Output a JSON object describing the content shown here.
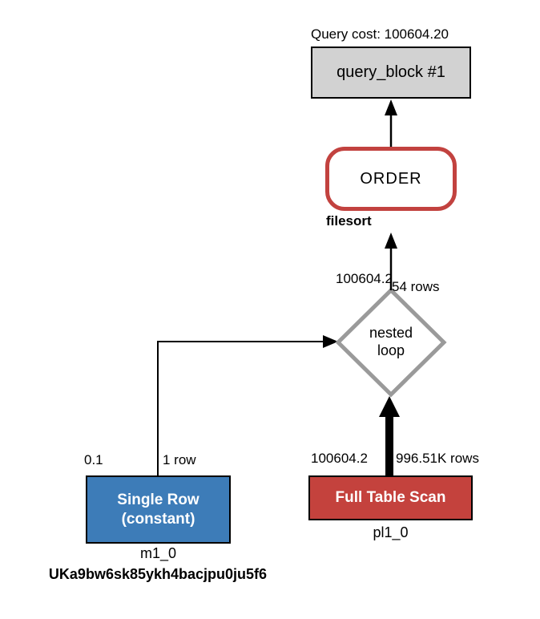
{
  "diagram": {
    "query_cost": "Query cost: 100604.20",
    "nodes": {
      "query_block": {
        "label": "query_block #1"
      },
      "order": {
        "label": "ORDER",
        "note": "filesort"
      },
      "nested_loop": {
        "label_line1": "nested",
        "label_line2": "loop"
      },
      "single_row": {
        "label_line1": "Single Row",
        "label_line2": "(constant)",
        "table": "m1_0",
        "key": "UKa9bw6sk85ykh4bacjpu0ju5f6"
      },
      "full_table_scan": {
        "label": "Full Table Scan",
        "table": "pl1_0"
      }
    },
    "edges": {
      "nested_loop_to_order": {
        "cost": "100604.2",
        "rows": "54 rows"
      },
      "single_row_to_nested_loop": {
        "cost": "0.1",
        "rows": "1 row"
      },
      "full_scan_to_nested_loop": {
        "cost": "100604.2",
        "rows": "996.51K rows"
      }
    },
    "colors": {
      "query_block_fill": "#d2d2d2",
      "order_border": "#c2423f",
      "nested_loop_border": "#9a9a9a",
      "single_row_fill": "#3d7cb8",
      "full_table_scan_fill": "#c4423d",
      "edge_color": "#000000"
    }
  }
}
